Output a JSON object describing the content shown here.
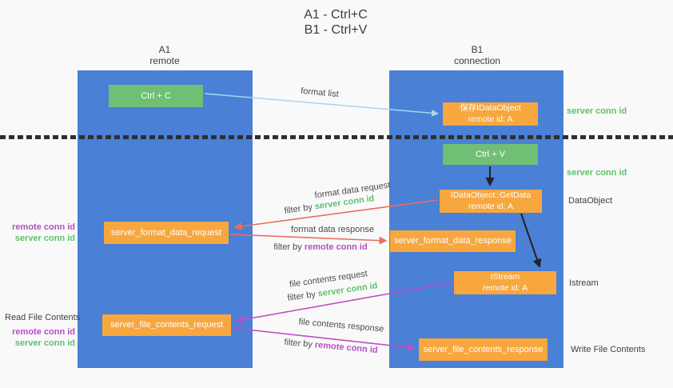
{
  "title": {
    "line1": "A1 - Ctrl+C",
    "line2": "B1 - Ctrl+V"
  },
  "columns": {
    "left": {
      "name": "A1",
      "subtitle": "remote"
    },
    "right": {
      "name": "B1",
      "subtitle": "connection"
    }
  },
  "nodes": {
    "ctrl_c": {
      "label": "Ctrl + C"
    },
    "save_idataobject": {
      "line1": "保存IDataObject",
      "line2": "remote id: A"
    },
    "ctrl_v": {
      "label": "Ctrl + V"
    },
    "getdata": {
      "line1": "IDataObject::GetData",
      "line2": "remote id: A"
    },
    "format_request": {
      "label": "server_format_data_request"
    },
    "format_response": {
      "label": "server_format_data_response"
    },
    "istream": {
      "line1": "IStream",
      "line2": "remote id: A"
    },
    "file_request": {
      "label": "server_file_contents_request"
    },
    "file_response": {
      "label": "server_file_contents_response"
    }
  },
  "arrows": {
    "format_list": {
      "label": "format list"
    },
    "format_data_request": {
      "label": "format data request",
      "filter_prefix": "filter by ",
      "filter_key": "server conn id"
    },
    "format_data_response": {
      "label": "format data response",
      "filter_prefix": "filter by ",
      "filter_key": "remote conn id"
    },
    "file_contents_request": {
      "label": "file contents request",
      "filter_prefix": "filter by ",
      "filter_key": "server conn id"
    },
    "file_contents_response": {
      "label": "file contents response",
      "filter_prefix": "filter by ",
      "filter_key": "remote conn id"
    }
  },
  "side_labels": {
    "server_conn_id_top": "server conn id",
    "server_conn_id_mid": "server conn id",
    "dataobject": "DataObject",
    "istream": "Istream",
    "write_file": "Write File Contents",
    "read_file": "Read File Contents",
    "left_ids_top": {
      "remote": "remote conn id",
      "server": "server conn id"
    },
    "left_ids_bottom": {
      "remote": "remote conn id",
      "server": "server conn id"
    }
  },
  "colors": {
    "column_blue": "#4a80d5",
    "box_green": "#71bf75",
    "box_orange": "#f7a73e",
    "arrow_red": "#ed6d60",
    "arrow_magenta": "#bf4fc4",
    "arrow_light_blue": "#a5d5f2",
    "arrow_black": "#222222",
    "text_green": "#5fbf6f",
    "text_purple": "#b44fc4",
    "text_dark": "#3f3f3f"
  }
}
